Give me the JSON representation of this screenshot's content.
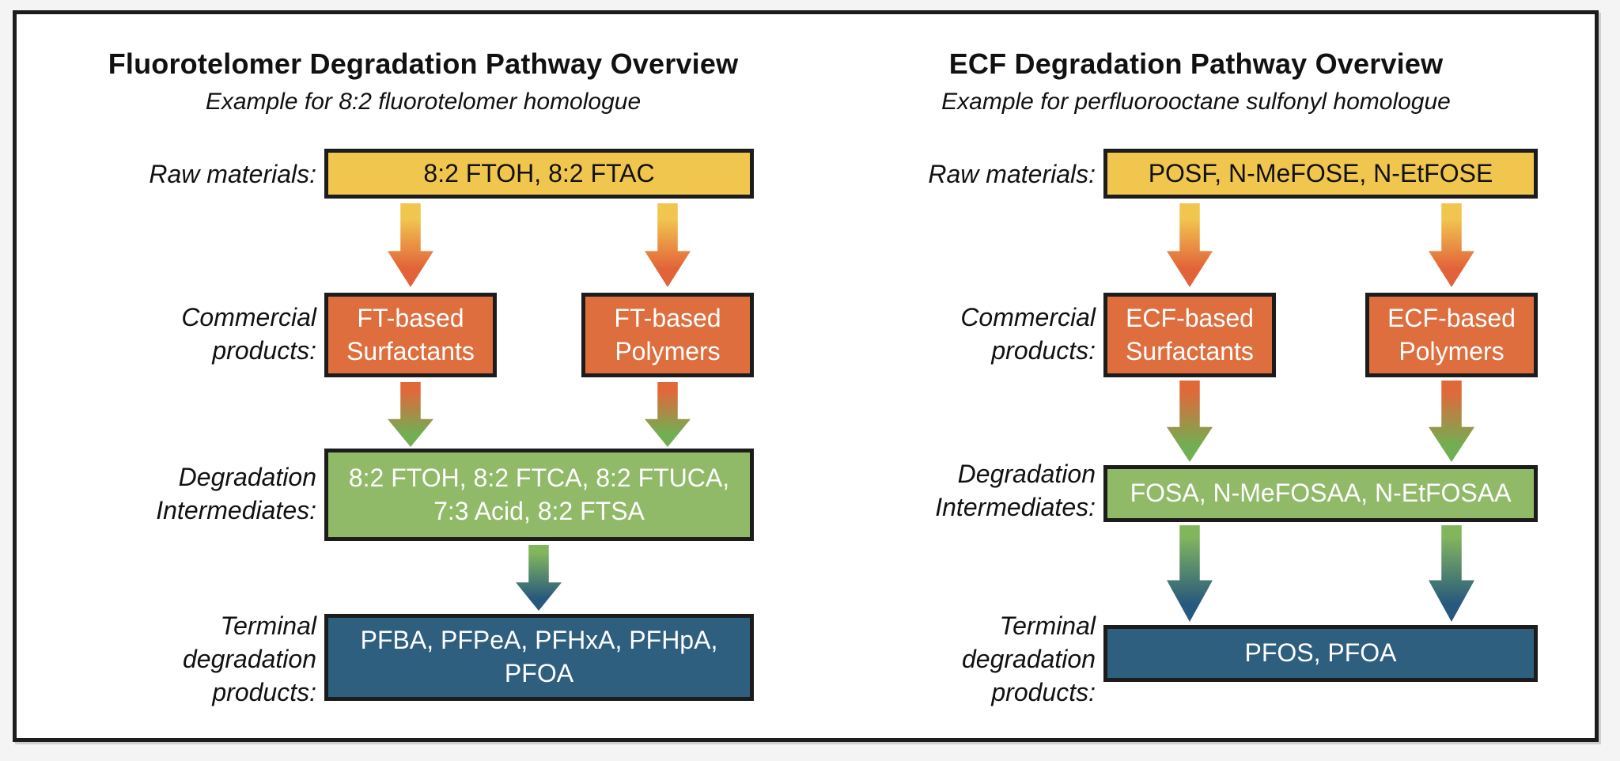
{
  "figure": {
    "colors": {
      "raw_materials_box": "#F1C64F",
      "commercial_products_box": "#DF6E3E",
      "degradation_intermediates_box": "#90BA68",
      "terminal_products_box": "#2E5F7F",
      "box_border": "#1C1C1C",
      "frame_background": "#FFFFFF",
      "page_background": "#F4F4F4"
    },
    "panels": [
      {
        "title": "Fluorotelomer Degradation Pathway Overview",
        "subtitle": "Example for 8:2 fluorotelomer homologue",
        "row_labels": {
          "raw_materials": "Raw materials:",
          "commercial_products": "Commercial\nproducts:",
          "degradation_intermediates": "Degradation\nIntermediates:",
          "terminal_products": "Terminal\ndegradation\nproducts:"
        },
        "boxes": {
          "raw_materials": "8:2 FTOH, 8:2 FTAC",
          "surfactants": "FT-based\nSurfactants",
          "polymers": "FT-based\nPolymers",
          "intermediates": "8:2 FTOH, 8:2 FTCA, 8:2 FTUCA,\n7:3 Acid, 8:2 FTSA",
          "terminal": "PFBA, PFPeA, PFHxA, PFHpA,\nPFOA"
        }
      },
      {
        "title": "ECF Degradation Pathway Overview",
        "subtitle": "Example for perfluorooctane sulfonyl homologue",
        "row_labels": {
          "raw_materials": "Raw materials:",
          "commercial_products": "Commercial\nproducts:",
          "degradation_intermediates": "Degradation\nIntermediates:",
          "terminal_products": "Terminal\ndegradation\nproducts:"
        },
        "boxes": {
          "raw_materials": "POSF, N-MeFOSE, N-EtFOSE",
          "surfactants": "ECF-based\nSurfactants",
          "polymers": "ECF-based\nPolymers",
          "intermediates": "FOSA, N-MeFOSAA, N-EtFOSAA",
          "terminal": "PFOS, PFOA"
        }
      }
    ]
  }
}
